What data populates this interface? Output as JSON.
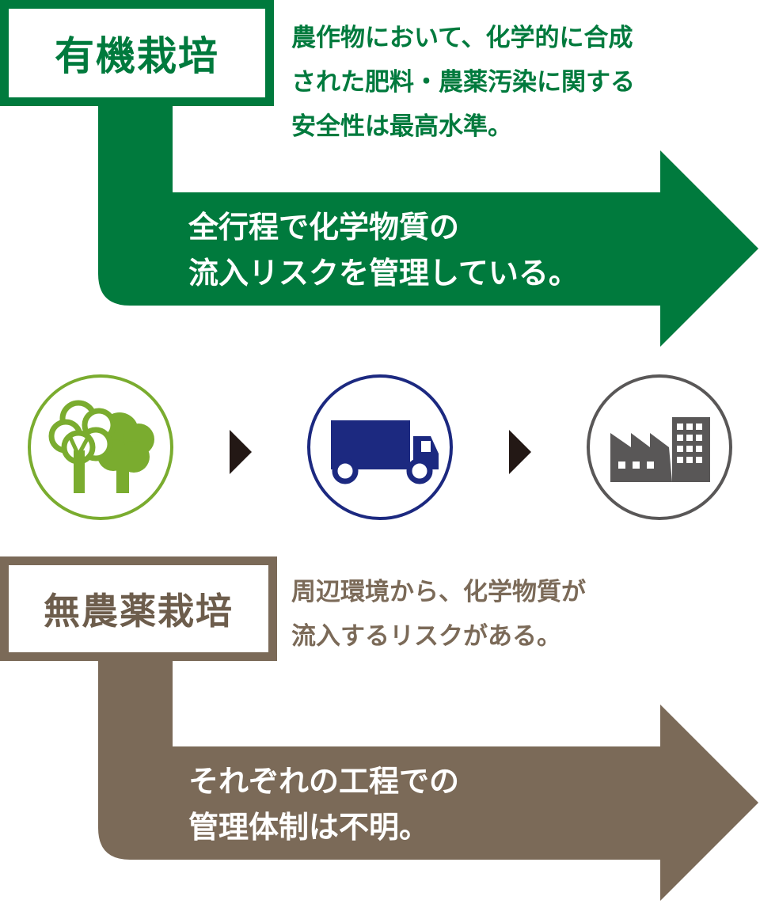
{
  "colors": {
    "organic_green": "#007a3d",
    "nopest_brown": "#7b6a58",
    "farm_green": "#7aac2f",
    "truck_navy": "#1c2980",
    "factory_gray": "#595757",
    "step_arrow": "#231815"
  },
  "organic": {
    "label": "有機栽培",
    "description_lines": [
      "農作物において、化学的に合成",
      "された肥料・農薬汚染に関する",
      "安全性は最高水準。"
    ],
    "arrow_lines": [
      "全行程で化学物質の",
      "流入リスクを管理している。"
    ]
  },
  "supply_chain": {
    "icons": [
      "farm-trees-icon",
      "truck-icon",
      "factory-icon"
    ],
    "step_icon": "triangle-right-icon"
  },
  "no_pesticide": {
    "label": "無農薬栽培",
    "description_lines": [
      "周辺環境から、化学物質が",
      "流入するリスクがある。"
    ],
    "arrow_lines": [
      "それぞれの工程での",
      "管理体制は不明。"
    ]
  }
}
